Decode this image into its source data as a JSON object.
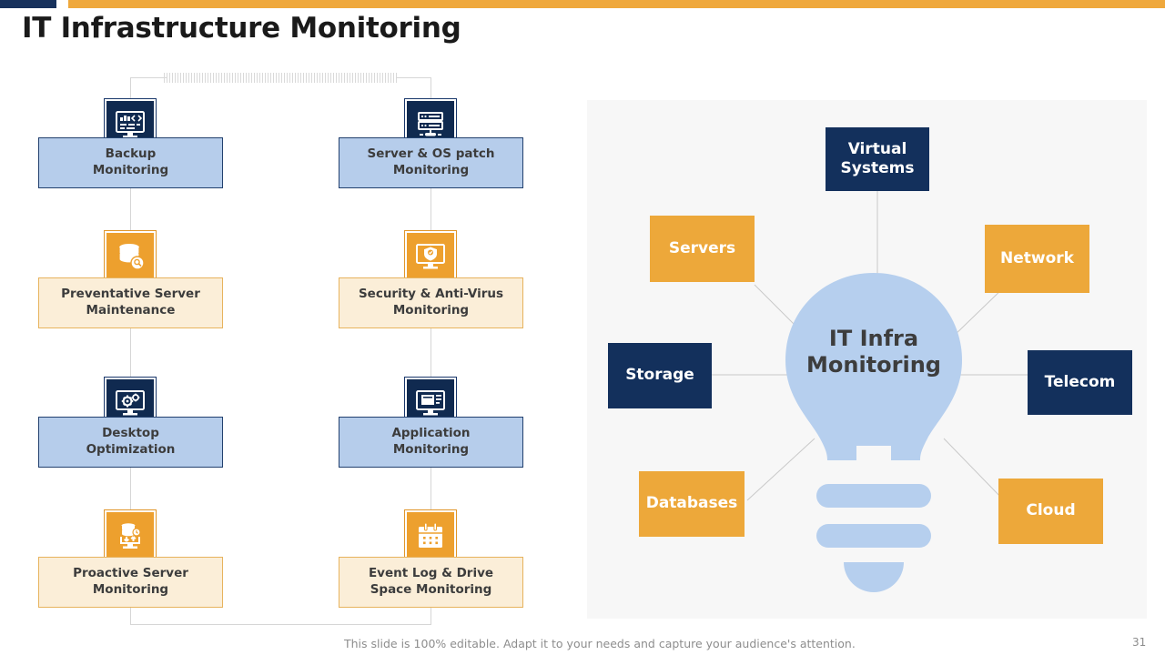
{
  "slide": {
    "title": "IT Infrastructure Monitoring",
    "footer_note": "This slide is 100% editable. Adapt it to your needs and capture your audience's attention.",
    "page_number": "31"
  },
  "colors": {
    "navy": "#13305c",
    "orange": "#eda83a",
    "light_blue_card": "#b6cdeb",
    "cream_card": "#fbeed8",
    "bulb_blue": "#b6cfee",
    "panel_bg": "#f7f7f7",
    "title_text": "#1a1a1a",
    "card_text": "#3c3c3c",
    "footer_text": "#8d8d8d"
  },
  "tree": {
    "columns": [
      {
        "name": "left-column",
        "cards": [
          {
            "label": "Backup\nMonitoring",
            "line1": "Backup",
            "line2": "Monitoring",
            "style": "blue",
            "icon": "monitor-code-icon",
            "icon_style": "navy"
          },
          {
            "label": "Preventative Server Maintenance",
            "line1": "Preventative Server",
            "line2": "Maintenance",
            "style": "cream",
            "icon": "database-search-icon",
            "icon_style": "orange"
          },
          {
            "label": "Desktop Optimization",
            "line1": "Desktop",
            "line2": "Optimization",
            "style": "blue",
            "icon": "monitor-gears-icon",
            "icon_style": "navy"
          },
          {
            "label": "Proactive Server Monitoring",
            "line1": "Proactive Server",
            "line2": "Monitoring",
            "style": "cream",
            "icon": "server-transfer-icon",
            "icon_style": "orange"
          }
        ]
      },
      {
        "name": "right-column",
        "cards": [
          {
            "label": "Server & OS patch Monitoring",
            "line1": "Server & OS patch",
            "line2": "Monitoring",
            "style": "blue",
            "icon": "server-rack-icon",
            "icon_style": "navy"
          },
          {
            "label": "Security & Anti-Virus Monitoring",
            "line1": "Security & Anti-Virus",
            "line2": "Monitoring",
            "style": "cream",
            "icon": "monitor-shield-icon",
            "icon_style": "orange"
          },
          {
            "label": "Application Monitoring",
            "line1": "Application",
            "line2": "Monitoring",
            "style": "blue",
            "icon": "monitor-window-icon",
            "icon_style": "navy"
          },
          {
            "label": "Event Log & Drive Space Monitoring",
            "line1": "Event Log & Drive",
            "line2": "Space Monitoring",
            "style": "cream",
            "icon": "calendar-icon",
            "icon_style": "orange"
          }
        ]
      }
    ]
  },
  "diagram": {
    "center": {
      "label_line1": "IT Infra",
      "label_line2": "Monitoring",
      "shape": "lightbulb-icon"
    },
    "nodes": [
      {
        "label": "Virtual Systems",
        "line1": "Virtual",
        "line2": "Systems",
        "style": "navy",
        "position": "top"
      },
      {
        "label": "Servers",
        "line1": "Servers",
        "line2": "",
        "style": "orange",
        "position": "upper-left"
      },
      {
        "label": "Network",
        "line1": "Network",
        "line2": "",
        "style": "orange",
        "position": "upper-right"
      },
      {
        "label": "Storage",
        "line1": "Storage",
        "line2": "",
        "style": "navy",
        "position": "mid-left"
      },
      {
        "label": "Telecom",
        "line1": "Telecom",
        "line2": "",
        "style": "navy",
        "position": "mid-right"
      },
      {
        "label": "Databases",
        "line1": "Databases",
        "line2": "",
        "style": "orange",
        "position": "lower-left"
      },
      {
        "label": "Cloud",
        "line1": "Cloud",
        "line2": "",
        "style": "orange",
        "position": "lower-right"
      }
    ]
  }
}
